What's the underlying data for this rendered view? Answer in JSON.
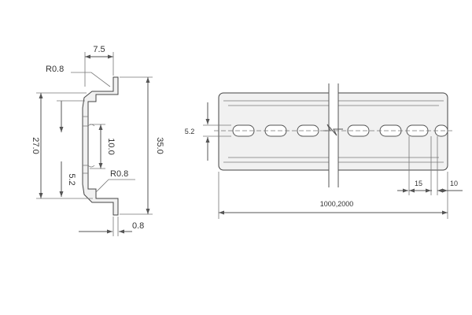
{
  "profile_view": {
    "top_width": "7.5",
    "radius_top": "R0.8",
    "height_total": "35.0",
    "height_inner": "27.0",
    "slot_height": "10.0",
    "lip": "5.2",
    "radius_bottom": "R0.8",
    "thickness": "0.8"
  },
  "rail_view": {
    "slot_width_dim": "5.2",
    "length": "1000,2000",
    "pitch": "15",
    "end_offset": "10"
  },
  "colors": {
    "line": "#555555",
    "fill": "#f1f1f1",
    "text": "#333333"
  }
}
